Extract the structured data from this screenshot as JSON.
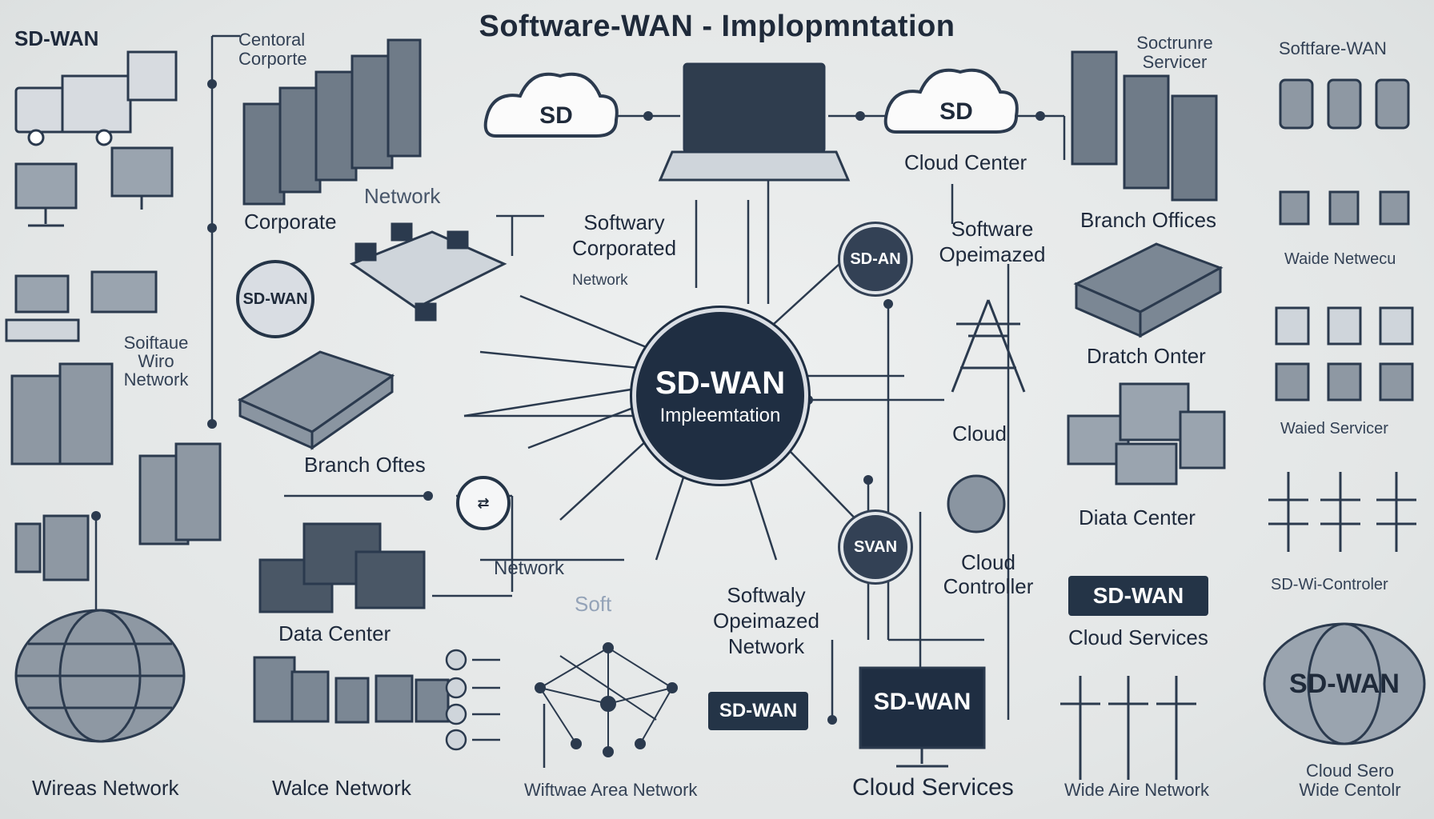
{
  "title": "Software-WAN - Implopmntation",
  "hub": {
    "line1": "SD-WAN",
    "line2": "Impleemtation"
  },
  "top_clouds": [
    {
      "label": "SD"
    },
    {
      "label": "SD"
    }
  ],
  "nodes": {
    "left_sdwan": "SD-WAN",
    "right_top": "SD-AN",
    "right_bottom": "SVAN"
  },
  "labels": {
    "sd_wan_topleft": "SD-WAN",
    "central_corporate": "Centoral Corporte",
    "network_mid": "Network",
    "corporate": "Corporate",
    "software_network_left": "Soiftaue Wiro Network",
    "branch_offices_left": "Branch Oftes",
    "data_center_left": "Data Center",
    "wireless_network": "Wireas Network",
    "walce_network": "Walce Network",
    "softwary_corporated": "Softwary Corporated",
    "network_small": "Network",
    "network_lower": "Network",
    "soft_faint": "Soft",
    "softwaly_opeimazed": "Softwaly Opeimazed Network",
    "wiftwae_area": "Wiftwae Area Network",
    "cloud_center": "Cloud Center",
    "software_opeimazed": "Software Opeimazed",
    "cloud_mid": "Cloud",
    "cloud_controller": "Cloud Controller",
    "cloud_services_bottom": "Cloud Services",
    "structure_service": "Soctrunre Servicer",
    "branch_offices_right": "Branch Offices",
    "dratch_onter": "Dratch Onter",
    "diata_center": "Diata Center",
    "cloud_services_right": "Cloud Services",
    "wide_are_network": "Wide Aire Network",
    "softfare_wan": "Softfare-WAN",
    "waide_network": "Waide Netwecu",
    "waied_servicer": "Waied Servicer",
    "sd_controller": "SD-Wi-Controler",
    "cloud_wide_centor": "Cloud Sero Wide Centolr"
  },
  "badges": {
    "right_sdwan": "SD-WAN",
    "monitor_sdwan": "SD-WAN",
    "small_sdwan": "SD-WAN",
    "globe_sdwan": "SD-WAN"
  },
  "colors": {
    "dark": "#1f2e42",
    "line": "#2b3a4e",
    "background": "#e6e8e8"
  }
}
